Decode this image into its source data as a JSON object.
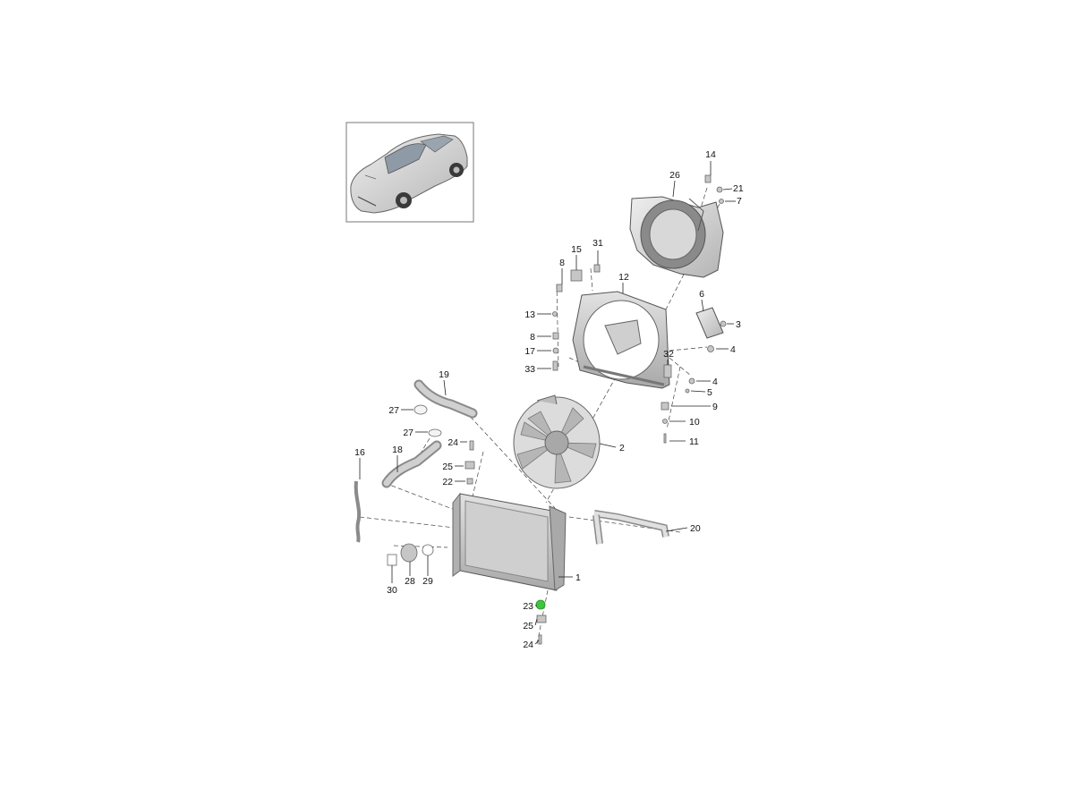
{
  "diagram": {
    "thumbnail": {
      "icon": "car-icon"
    },
    "callouts": [
      {
        "n": "14"
      },
      {
        "n": "26"
      },
      {
        "n": "21"
      },
      {
        "n": "7"
      },
      {
        "n": "31"
      },
      {
        "n": "15"
      },
      {
        "n": "8"
      },
      {
        "n": "12"
      },
      {
        "n": "6"
      },
      {
        "n": "13"
      },
      {
        "n": "3"
      },
      {
        "n": "8"
      },
      {
        "n": "17"
      },
      {
        "n": "4"
      },
      {
        "n": "32"
      },
      {
        "n": "33"
      },
      {
        "n": "4"
      },
      {
        "n": "5"
      },
      {
        "n": "19"
      },
      {
        "n": "27"
      },
      {
        "n": "9"
      },
      {
        "n": "10"
      },
      {
        "n": "27"
      },
      {
        "n": "24"
      },
      {
        "n": "2"
      },
      {
        "n": "11"
      },
      {
        "n": "16"
      },
      {
        "n": "18"
      },
      {
        "n": "25"
      },
      {
        "n": "22"
      },
      {
        "n": "20"
      },
      {
        "n": "1"
      },
      {
        "n": "30"
      },
      {
        "n": "28"
      },
      {
        "n": "29"
      },
      {
        "n": "23"
      },
      {
        "n": "25"
      },
      {
        "n": "24"
      }
    ],
    "colors": {
      "part_fill": "#d2d2d2",
      "part_stroke": "#555555",
      "highlight": "#3cc83c",
      "line": "#222222"
    }
  }
}
